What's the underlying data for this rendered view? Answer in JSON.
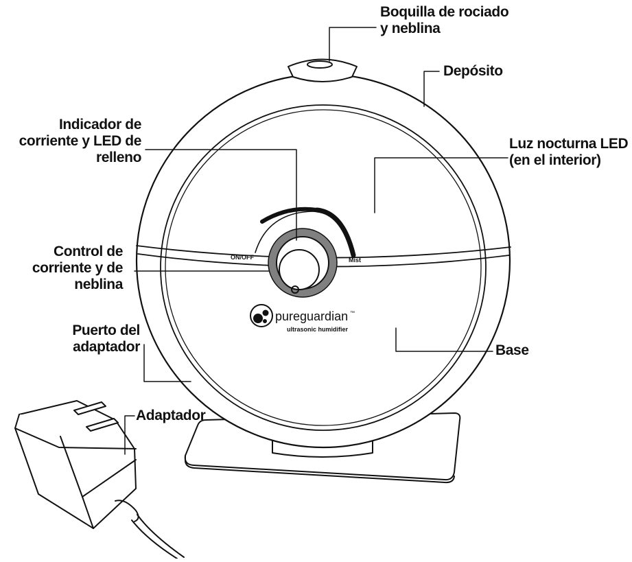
{
  "labels": {
    "nozzle": {
      "line1": "Boquilla de rociado",
      "line2": "y neblina"
    },
    "tank": {
      "line1": "Depósito"
    },
    "indicator": {
      "line1": "Indicador de",
      "line2": "corriente y LED de",
      "line3": "relleno"
    },
    "nightlight": {
      "line1": "Luz nocturna LED",
      "line2": "(en el interior)"
    },
    "control": {
      "line1": "Control de",
      "line2": "corriente y de",
      "line3": "neblina"
    },
    "port": {
      "line1": "Puerto del",
      "line2": "adaptador"
    },
    "base": {
      "line1": "Base"
    },
    "adapter": {
      "line1": "Adaptador"
    }
  },
  "device_marks": {
    "on_off": "ON/OFF",
    "mist": "Mist",
    "brand": "pureguardian",
    "trademark": "™",
    "subtitle": "ultrasonic humidifier"
  },
  "colors": {
    "ink": "#111111",
    "ring_gray": "#808080",
    "paper": "#ffffff"
  }
}
